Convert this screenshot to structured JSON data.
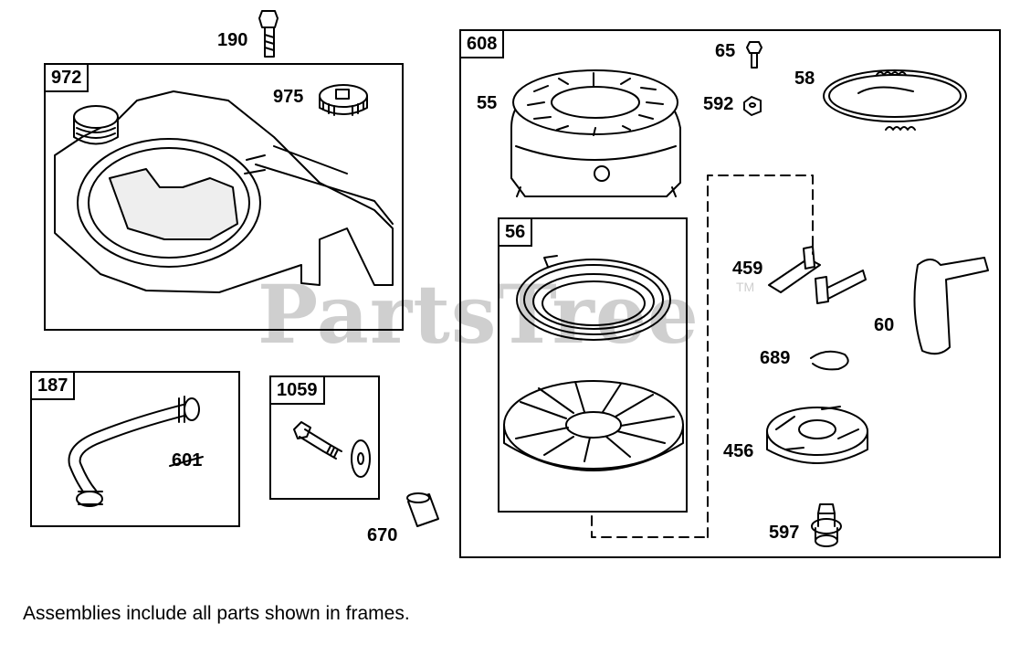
{
  "watermark": {
    "text": "PartsTree",
    "trademark": "TM"
  },
  "frames": {
    "f972": "972",
    "f187": "187",
    "f1059": "1059",
    "f608": "608",
    "f56": "56"
  },
  "parts": {
    "p190": "190",
    "p975": "975",
    "p601": "601",
    "p670": "670",
    "p65": "65",
    "p58": "58",
    "p55": "55",
    "p592": "592",
    "p459": "459",
    "p60": "60",
    "p689": "689",
    "p456": "456",
    "p597": "597"
  },
  "footnote": "Assemblies include all parts shown in frames."
}
